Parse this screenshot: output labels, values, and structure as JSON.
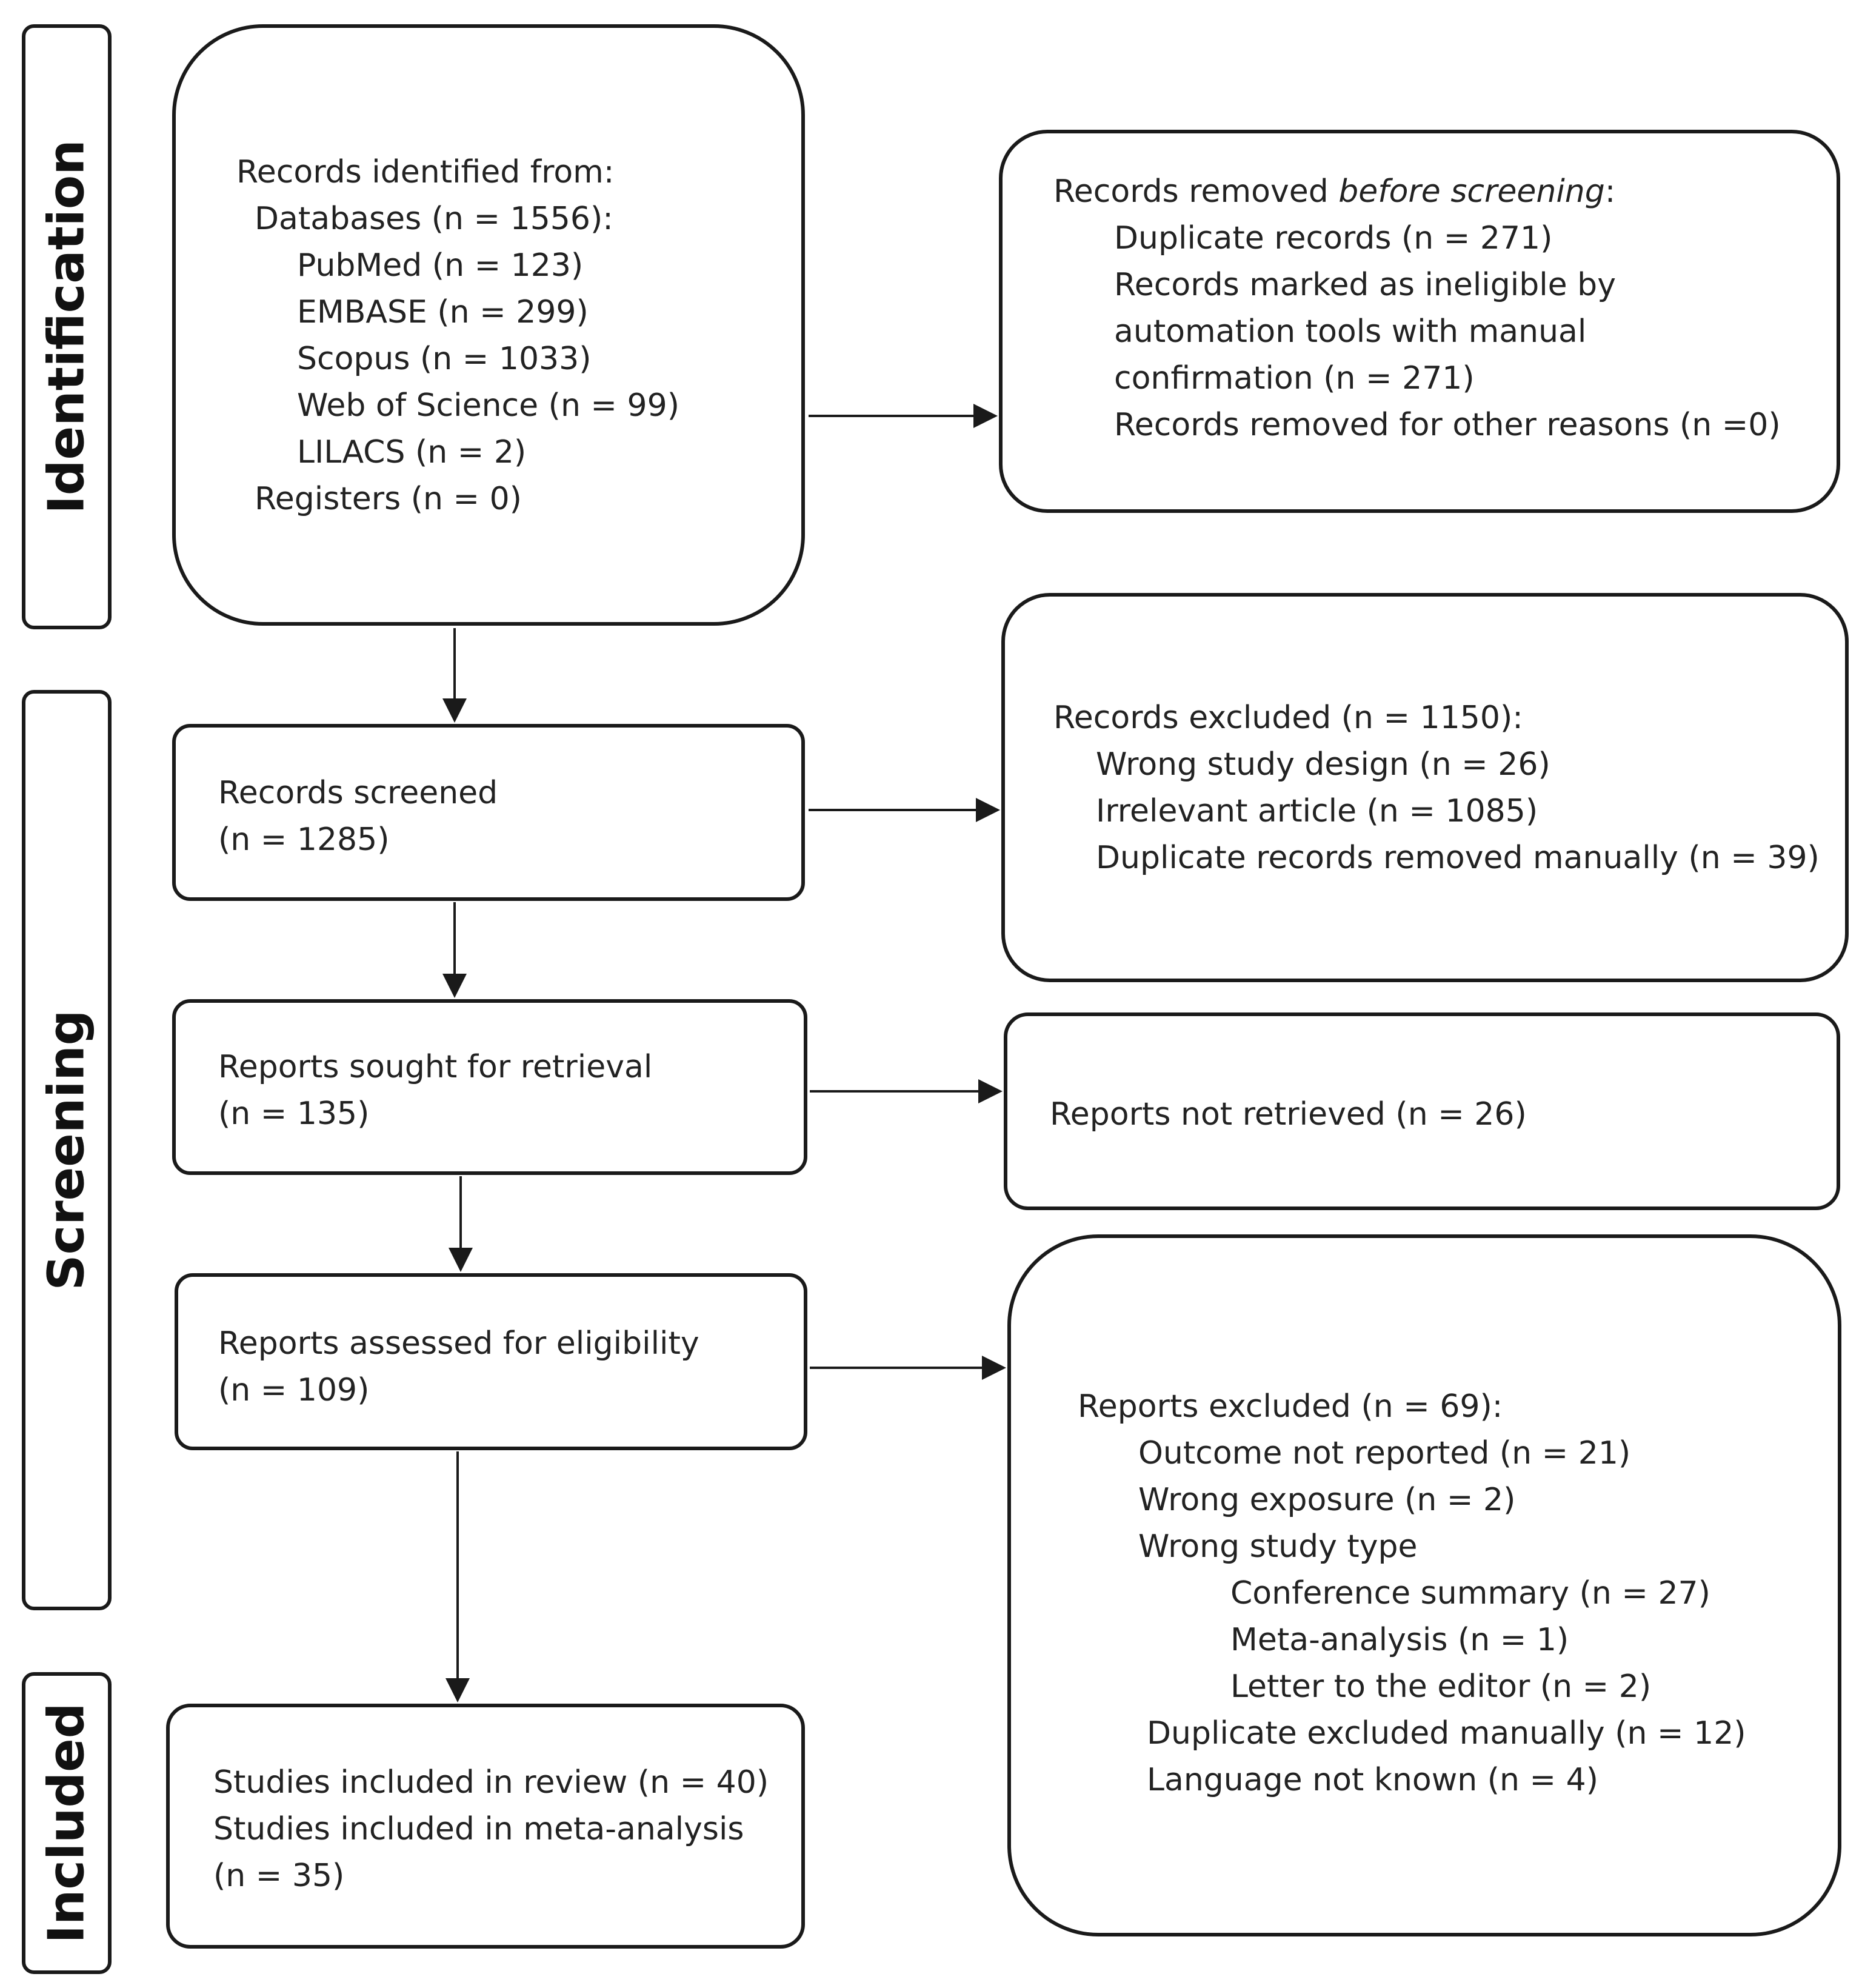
{
  "stages": {
    "identification": "Identification",
    "screening": "Screening",
    "included": "Included"
  },
  "identification_box": {
    "title": "Records identified from:",
    "databases": "Databases (n = 1556):",
    "sources": [
      "PubMed (n = 123)",
      "EMBASE (n = 299)",
      "Scopus (n = 1033)",
      "Web of Science (n = 99)",
      "LILACS (n = 2)"
    ],
    "registers": "Registers (n = 0)"
  },
  "removed_box": {
    "title_prefix": "Records removed ",
    "title_emph": "before screening",
    "title_suffix": ":",
    "lines": [
      "Duplicate records (n = 271)",
      "Records marked as ineligible by",
      "automation tools with manual",
      "confirmation (n = 271)",
      "Records removed for other reasons (n =0)"
    ]
  },
  "screened_box": {
    "line1": "Records screened",
    "line2": "(n = 1285)"
  },
  "excluded_box": {
    "title": "Records excluded (n = 1150):",
    "lines": [
      "Wrong study design (n = 26)",
      "Irrelevant article (n = 1085)",
      "Duplicate records removed manually (n = 39)"
    ]
  },
  "retrieval_box": {
    "line1": "Reports sought for retrieval",
    "line2": "(n = 135)"
  },
  "not_retrieved_box": {
    "line1": "Reports not retrieved (n = 26)"
  },
  "eligibility_box": {
    "line1": "Reports assessed for eligibility",
    "line2": "(n = 109)"
  },
  "reports_excluded_box": {
    "title": "Reports excluded (n = 69):",
    "lines": [
      "Outcome not reported (n = 21)",
      "Wrong exposure (n = 2)",
      "Wrong study type"
    ],
    "sub_lines": [
      "Conference summary (n = 27)",
      "Meta-analysis (n = 1)",
      "Letter to the editor (n = 2)"
    ],
    "tail_lines": [
      "Duplicate excluded manually (n = 12)",
      "Language not known (n = 4)"
    ]
  },
  "included_box": {
    "line1": "Studies included in review (n = 40)",
    "line2": "Studies included in meta-analysis",
    "line3": "(n = 35)"
  }
}
